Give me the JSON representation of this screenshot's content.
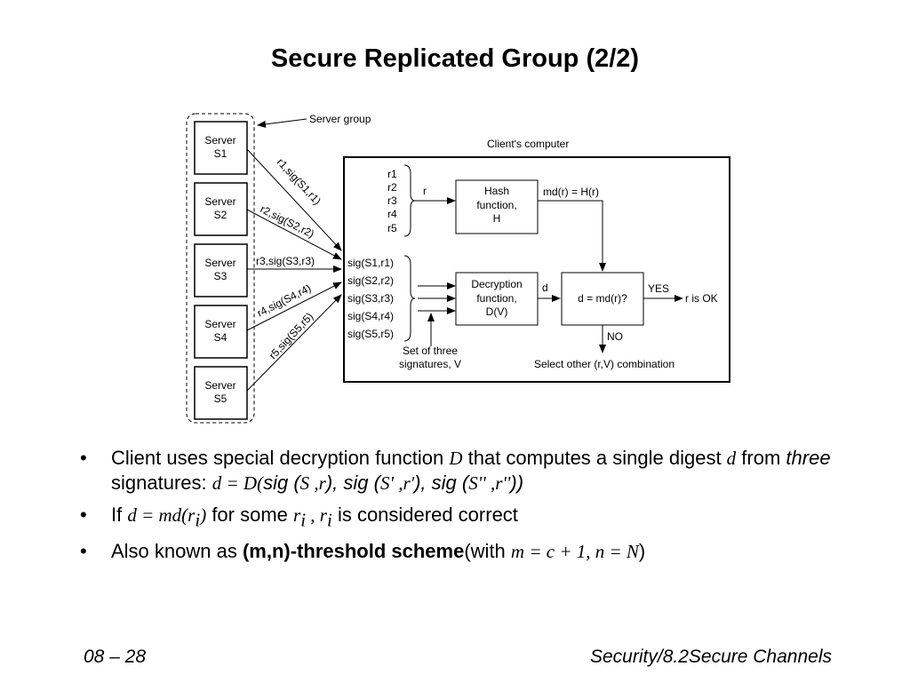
{
  "title": "Secure Replicated Group (2/2)",
  "diagram": {
    "server_group_label": "Server group",
    "client_label": "Client's computer",
    "servers": [
      {
        "line1": "Server",
        "line2": "S1"
      },
      {
        "line1": "Server",
        "line2": "S2"
      },
      {
        "line1": "Server",
        "line2": "S3"
      },
      {
        "line1": "Server",
        "line2": "S4"
      },
      {
        "line1": "Server",
        "line2": "S5"
      }
    ],
    "messages": [
      "r1,sig(S1,r1)",
      "r2,sig(S2,r2)",
      "r3,sig(S3,r3)",
      "r4,sig(S4,r4)",
      "r5,sig(S5,r5)"
    ],
    "results": [
      "r1",
      "r2",
      "r3",
      "r4",
      "r5"
    ],
    "r_label": "r",
    "signatures": [
      "sig(S1,r1)",
      "sig(S2,r2)",
      "sig(S3,r3)",
      "sig(S4,r4)",
      "sig(S5,r5)"
    ],
    "hash_box": [
      "Hash",
      "function,",
      "H"
    ],
    "md_label": "md(r) = H(r)",
    "decrypt_box": [
      "Decryption",
      "function,",
      "D(V)"
    ],
    "d_label": "d",
    "compare_box": "d = md(r)?",
    "yes_label": "YES",
    "ok_label": "r is OK",
    "no_label": "NO",
    "select_other": "Select other (r,V) combination",
    "three_sigs": [
      "Set of three",
      "signatures, V"
    ]
  },
  "bullets": {
    "b1": {
      "t1": "Client uses special decryption function ",
      "m1": "D",
      "t2": " that computes a single digest ",
      "m2": "d",
      "t3": " from ",
      "i1": "three",
      "t4": " signatures:  ",
      "m3": "d = D(",
      "f1": "sig (",
      "m4": "S ,r",
      "f2": "), sig (",
      "m5": "S' ,r'",
      "f3": "), sig (",
      "m6": "S'' ,r''",
      "f4": "))"
    },
    "b2": {
      "t1": "If ",
      "m1": "d = md(r",
      "s1": "i",
      "m2": ")",
      "t2": " for some ",
      "m3": "r",
      "s2": "i",
      "m4": " ,  r",
      "s3": "i",
      "t3": " is considered correct"
    },
    "b3": {
      "t1": "Also known as ",
      "b1": "(m,n)-threshold scheme",
      "t2": "(with ",
      "m1": "m = c + 1, n = N",
      "t3": ")"
    }
  },
  "footer": {
    "left": "08 – 28",
    "right": "Security/8.2Secure Channels"
  }
}
